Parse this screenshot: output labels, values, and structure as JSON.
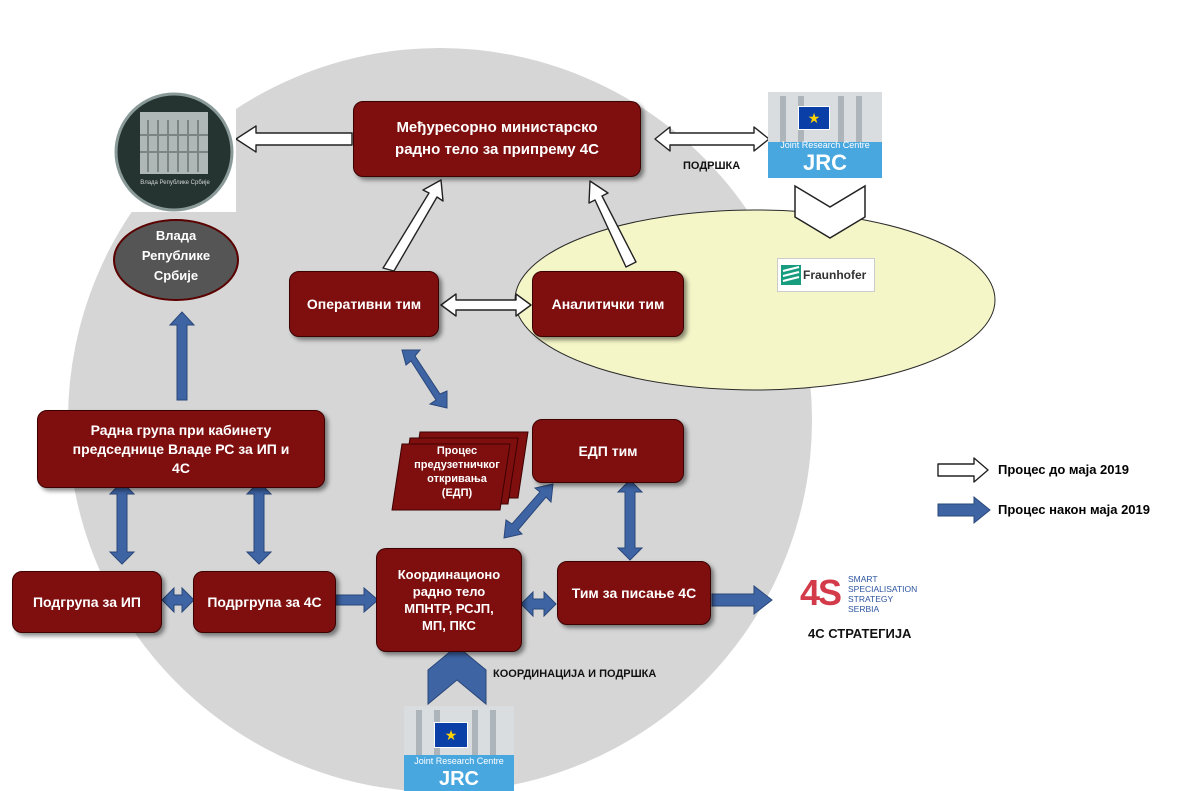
{
  "boxes": {
    "interministerial": "Међуресорно министарско радно тело за припрему 4С",
    "operational_team": "Оперативни тим",
    "analytical_team": "Аналитички тим",
    "working_group": "Радна група при кабинету председнице Владе РС за ИП и 4С",
    "edp_team": "ЕДП тим",
    "edp_process": "Процес предузетничког откривања (ЕДП)",
    "subgroup_ip": "Подгрупа за ИП",
    "subgroup_4s": "Подргрупа за 4С",
    "coordination_body": "Координационо радно тело МПНТР, РСЈП, МП, ПКС",
    "writing_team": "Тим за писање 4С"
  },
  "government": {
    "label": "Влада Републике Србије",
    "seal_text": "Влада Републике Србије"
  },
  "labels": {
    "support": "ПОДРШКА",
    "coordination_support": "КООРДИНАЦИЈА И ПОДРШКА",
    "strategy": "4С СТРАТЕГИЈА"
  },
  "logos": {
    "jrc_top": {
      "subtitle": "Joint Research Centre",
      "title": "JRC"
    },
    "jrc_bottom": {
      "subtitle": "Joint Research Centre",
      "title": "JRC"
    },
    "fraunhofer": "Fraunhofer",
    "s4_logo": {
      "mark": "4S",
      "lines": [
        "SMART",
        "SPECIALISATION",
        "STRATEGY",
        "SERBIA"
      ]
    }
  },
  "legend": {
    "before": "Процес до маја 2019",
    "after": "Процес након маја 2019"
  },
  "colors": {
    "box_fill": "#7f0f0f",
    "circle_fill": "#d6d6d6",
    "ellipse_fill": "#f4f6c8",
    "blue_arrow": "#3e64a4",
    "jrc_blue": "#49a7e0"
  }
}
